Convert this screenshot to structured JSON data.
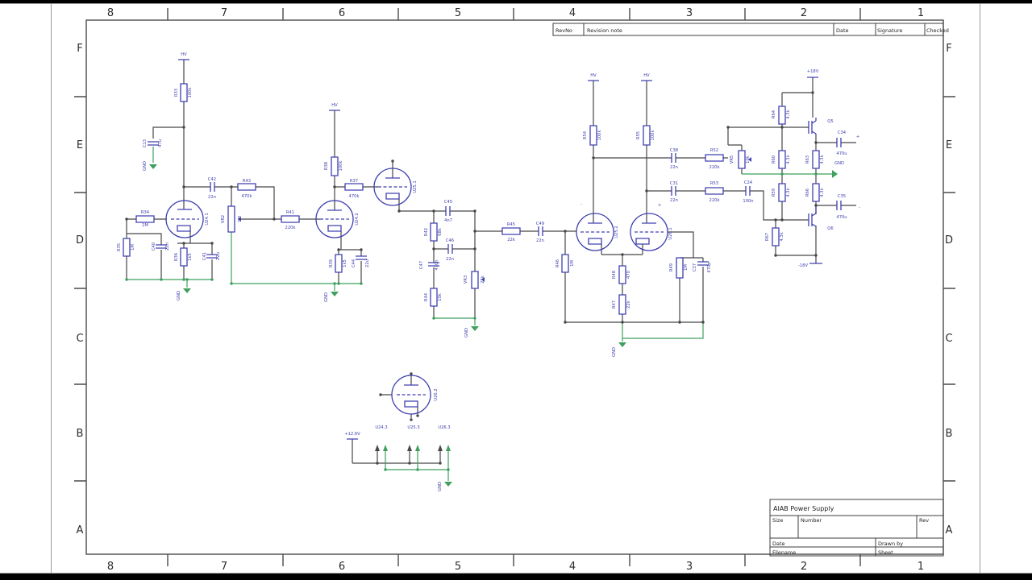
{
  "window": {
    "background": "#000000",
    "page_color": "#ffffff"
  },
  "colors": {
    "wire": "#474747",
    "ground_net": "#3f9f5f",
    "component": "#4040b0",
    "frame_line": "#4a4a4a"
  },
  "frame": {
    "columns": [
      "8",
      "7",
      "6",
      "5",
      "4",
      "3",
      "2",
      "1"
    ],
    "rows": [
      "F",
      "E",
      "D",
      "C",
      "B",
      "A"
    ]
  },
  "revision_table": {
    "headers": [
      "RevNo",
      "Revision note",
      "Date",
      "Signature",
      "Checked"
    ]
  },
  "title_block": {
    "title": "AIAB  Power  Supply",
    "size_label": "Size",
    "number_label": "Number",
    "rev_label": "Rev",
    "date_label": "Date",
    "drawn_by_label": "Drawn  by",
    "filename_label": "Filename",
    "sheet_label": "Sheet"
  },
  "schematic": {
    "power_nets": [
      "HV",
      "+18V",
      "+12.6V",
      "-18V",
      "GND"
    ],
    "tubes": [
      "U24.1",
      "U24.2",
      "U25.1",
      "U25.2",
      "U26.1",
      "U26.2"
    ],
    "heater_pins": [
      "U24.3",
      "U25.3",
      "U26.3"
    ],
    "labels": [
      [
        "HV",
        228,
        69,
        0
      ],
      [
        "HV",
        415,
        132,
        0
      ],
      [
        "HV",
        736,
        95,
        0
      ],
      [
        "HV",
        802,
        95,
        0
      ],
      [
        "+18V",
        1008,
        90,
        0
      ],
      [
        "+12.6V",
        437,
        540,
        0
      ],
      [
        "-18V",
        996,
        331,
        0
      ],
      [
        "GND",
        181,
        206,
        1
      ],
      [
        "GND",
        223,
        367,
        1
      ],
      [
        "GND",
        406,
        369,
        1
      ],
      [
        "GND",
        580,
        413,
        1
      ],
      [
        "GND",
        763,
        437,
        1
      ],
      [
        "GND",
        1041,
        204,
        0
      ],
      [
        "GND",
        547,
        604,
        1
      ],
      [
        "U24.1",
        258,
        272,
        1
      ],
      [
        "U24.2",
        444,
        272,
        1
      ],
      [
        "U25.1",
        516,
        232,
        1
      ],
      [
        "U25.2",
        766,
        288,
        1
      ],
      [
        "U26.1",
        833,
        290,
        1
      ],
      [
        "U26.2",
        542,
        490,
        1
      ],
      [
        "R33",
        220,
        115,
        1
      ],
      [
        "100k",
        237,
        115,
        1
      ],
      [
        "C13",
        181,
        178,
        1
      ],
      [
        "47u",
        200,
        178,
        1
      ],
      [
        "R34",
        180,
        265,
        0
      ],
      [
        "1M",
        180,
        281,
        0
      ],
      [
        "R35",
        149,
        307,
        1
      ],
      [
        "1M",
        166,
        307,
        1
      ],
      [
        "C40",
        192,
        306,
        1
      ],
      [
        "22n",
        209,
        306,
        1
      ],
      [
        "R36",
        220,
        319,
        1
      ],
      [
        "1k5",
        237,
        319,
        1
      ],
      [
        "C41",
        255,
        318,
        1
      ],
      [
        "22u",
        272,
        318,
        1
      ],
      [
        "C42",
        263,
        224,
        0
      ],
      [
        "22n",
        263,
        246,
        0
      ],
      [
        "R43",
        306,
        226,
        0
      ],
      [
        "470k",
        306,
        245,
        0
      ],
      [
        "VR2",
        278,
        272,
        1
      ],
      [
        "1M",
        299,
        272,
        1
      ],
      [
        "R41",
        360,
        265,
        0
      ],
      [
        "220k",
        360,
        284,
        0
      ],
      [
        "R38",
        406,
        206,
        1
      ],
      [
        "100k",
        424,
        206,
        1
      ],
      [
        "R37",
        439,
        226,
        0
      ],
      [
        "470k",
        439,
        245,
        0
      ],
      [
        "R39",
        412,
        327,
        1
      ],
      [
        "1k5",
        429,
        327,
        1
      ],
      [
        "C44",
        440,
        327,
        1
      ],
      [
        "22u",
        457,
        327,
        1
      ],
      [
        "C45",
        556,
        252,
        0
      ],
      [
        "4n7",
        556,
        275,
        0
      ],
      [
        "R42",
        530,
        288,
        1
      ],
      [
        "68k",
        547,
        288,
        1
      ],
      [
        "C46",
        558,
        300,
        0
      ],
      [
        "22n",
        558,
        323,
        0
      ],
      [
        "C47",
        524,
        329,
        1
      ],
      [
        "470n",
        543,
        329,
        1
      ],
      [
        "R44",
        530,
        369,
        1
      ],
      [
        "10k",
        547,
        369,
        1
      ],
      [
        "VR3",
        579,
        347,
        1
      ],
      [
        "25k",
        600,
        347,
        1
      ],
      [
        "R45",
        634,
        280,
        0
      ],
      [
        "22k",
        634,
        299,
        0
      ],
      [
        "C49",
        670,
        279,
        0
      ],
      [
        "22n",
        670,
        300,
        0
      ],
      [
        "R46",
        693,
        327,
        1
      ],
      [
        "1M",
        711,
        327,
        1
      ],
      [
        "R54",
        727,
        168,
        1
      ],
      [
        "100k",
        745,
        168,
        1
      ],
      [
        "R55",
        793,
        168,
        1
      ],
      [
        "100k",
        811,
        168,
        1
      ],
      [
        "-",
        721,
        255,
        0
      ],
      [
        "+",
        818,
        256,
        0
      ],
      [
        "R48",
        763,
        341,
        1
      ],
      [
        "470",
        781,
        341,
        1
      ],
      [
        "R47",
        763,
        378,
        1
      ],
      [
        "22k",
        781,
        378,
        1
      ],
      [
        "R49",
        834,
        332,
        1
      ],
      [
        "1M",
        852,
        332,
        1
      ],
      [
        "C37",
        863,
        332,
        1
      ],
      [
        "470p",
        881,
        332,
        1
      ],
      [
        "C38",
        836,
        188,
        0
      ],
      [
        "22n",
        836,
        209,
        0
      ],
      [
        "R52",
        886,
        188,
        0
      ],
      [
        "220k",
        886,
        209,
        0
      ],
      [
        "C31",
        836,
        229,
        0
      ],
      [
        "22n",
        836,
        250,
        0
      ],
      [
        "R53",
        886,
        229,
        0
      ],
      [
        "220k",
        886,
        250,
        0
      ],
      [
        "R64",
        961,
        142,
        1
      ],
      [
        "4.3k",
        979,
        142,
        1
      ],
      [
        "Q5",
        1030,
        152,
        0
      ],
      [
        "C34",
        1044,
        166,
        0
      ],
      [
        "470u",
        1044,
        192,
        0
      ],
      [
        "+",
        1064,
        171,
        0
      ],
      [
        "VR5",
        909,
        198,
        1
      ],
      [
        "10k",
        929,
        198,
        1
      ],
      [
        "R60",
        961,
        198,
        1
      ],
      [
        "4.3k",
        979,
        198,
        1
      ],
      [
        "R63",
        1003,
        198,
        1
      ],
      [
        "4.3k",
        1021,
        198,
        1
      ],
      [
        "C24",
        928,
        228,
        0
      ],
      [
        "100n",
        928,
        251,
        0
      ],
      [
        "R59",
        961,
        239,
        1
      ],
      [
        "4.3k",
        979,
        239,
        1
      ],
      [
        "R66",
        1003,
        239,
        1
      ],
      [
        "4.3k",
        1021,
        239,
        1
      ],
      [
        "Q6",
        1030,
        285,
        0
      ],
      [
        "C35",
        1044,
        245,
        0
      ],
      [
        "470u",
        1044,
        271,
        0
      ],
      [
        "-",
        1066,
        259,
        0
      ],
      [
        "R67",
        953,
        294,
        1
      ],
      [
        "4.3k",
        971,
        294,
        1
      ],
      [
        "U24.3",
        473,
        532,
        0
      ],
      [
        "U25.3",
        513,
        532,
        0
      ],
      [
        "U26.3",
        551,
        532,
        0
      ]
    ]
  }
}
